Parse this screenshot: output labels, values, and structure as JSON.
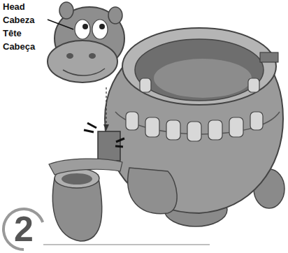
{
  "diagram": {
    "nodes": [
      {
        "text": [
          "2"
        ]
      }
    ],
    "labels": [
      "Head",
      "Cabeza",
      "Tête",
      "Cabeça"
    ]
  }
}
